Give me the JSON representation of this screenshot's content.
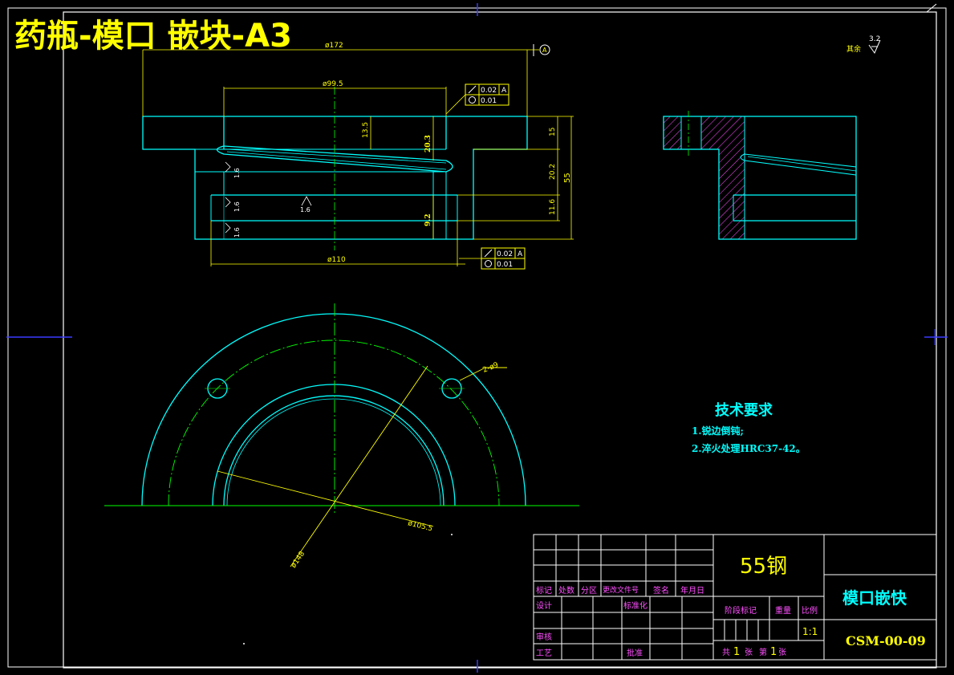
{
  "title": "药瓶-模口 嵌块-A3",
  "surface_finish": {
    "label": "其余",
    "value": "3.2"
  },
  "datum_label": "A",
  "dimensions": {
    "d172": "ø172",
    "d99_5": "ø99.5",
    "d110": "ø110",
    "d13_5": "13.5",
    "d20_3": "20.3",
    "d9_2": "9.2",
    "h15": "15",
    "h20_2": "20.2",
    "h55": "55",
    "h11_6": "11.6",
    "d105_5": "ø105.5",
    "d148": "ø148",
    "holes": "2-ø9"
  },
  "roughness": [
    "1.6",
    "1.6",
    "1.6",
    "1.6"
  ],
  "tolerances": {
    "upper": {
      "runout": "0.02",
      "datum": "A",
      "roundness": "0.01"
    },
    "lower": {
      "runout": "0.02",
      "datum": "A",
      "roundness": "0.01"
    }
  },
  "tech_requirements": {
    "title": "技术要求",
    "items": [
      "1.锐边倒钝;",
      "2.淬火处理HRC37-42。"
    ]
  },
  "title_block": {
    "material": "55钢",
    "part_name": "模口嵌快",
    "drawing_no": "CSM-00-09",
    "headers": [
      "标记",
      "处数",
      "分区",
      "更改文件号",
      "签名",
      "年月日"
    ],
    "design": "设计",
    "standard": "标准化",
    "review": "审核",
    "process": "工艺",
    "approve": "批准",
    "stage_mark": "阶段标记",
    "weight": "重量",
    "scale_label": "比例",
    "scale": "1:1",
    "sheets_total_prefix": "共",
    "sheets_total": "1",
    "sheets_unit": "张",
    "sheet_prefix": "第",
    "sheet_no": "1",
    "sheet_unit": "张"
  }
}
